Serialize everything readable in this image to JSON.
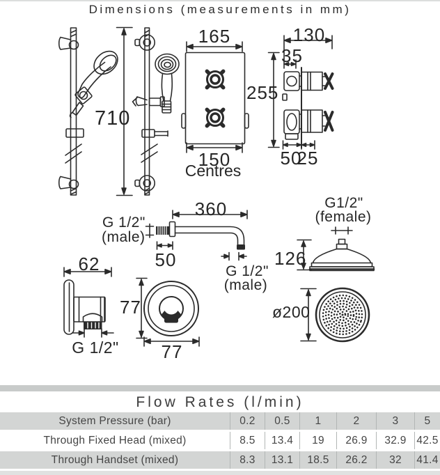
{
  "header": {
    "title": "Dimensions (measurements in mm)"
  },
  "diagram": {
    "labels": {
      "rail_height": "710",
      "panel_width": "165",
      "panel_height": "255",
      "panel_centres_value": "150",
      "panel_centres_word": "Centres",
      "valve_width": "130",
      "valve_offset": "35",
      "valve_depth_a": "50",
      "valve_depth_b": "25",
      "arm_length": "360",
      "arm_inlet_thread": "G 1/2\"",
      "arm_inlet_gender": "(male)",
      "arm_wall_offset": "50",
      "arm_outlet_thread": "G 1/2\"",
      "arm_outlet_gender": "(male)",
      "head_height": "126",
      "head_connection_thread": "G1/2\"",
      "head_connection_gender": "(female)",
      "head_diameter": "ø200",
      "outlet_depth": "62",
      "outlet_connection": "G 1/2\"",
      "plate_height": "77",
      "plate_width": "77"
    }
  },
  "flow_table": {
    "title": "Flow Rates (l/min)",
    "rows": [
      {
        "label": "System Pressure (bar)",
        "values": [
          "0.2",
          "0.5",
          "1",
          "2",
          "3",
          "5"
        ]
      },
      {
        "label": "Through Fixed Head (mixed)",
        "values": [
          "8.5",
          "13.4",
          "19",
          "26.9",
          "32.9",
          "42.5"
        ]
      },
      {
        "label": "Through Handset (mixed)",
        "values": [
          "8.3",
          "13.1",
          "18.5",
          "26.2",
          "32",
          "41.4"
        ]
      }
    ]
  },
  "colors": {
    "line": "#2b2b2b",
    "row_gray": "#d3d5d4",
    "bar_gray": "#c8cbca"
  }
}
